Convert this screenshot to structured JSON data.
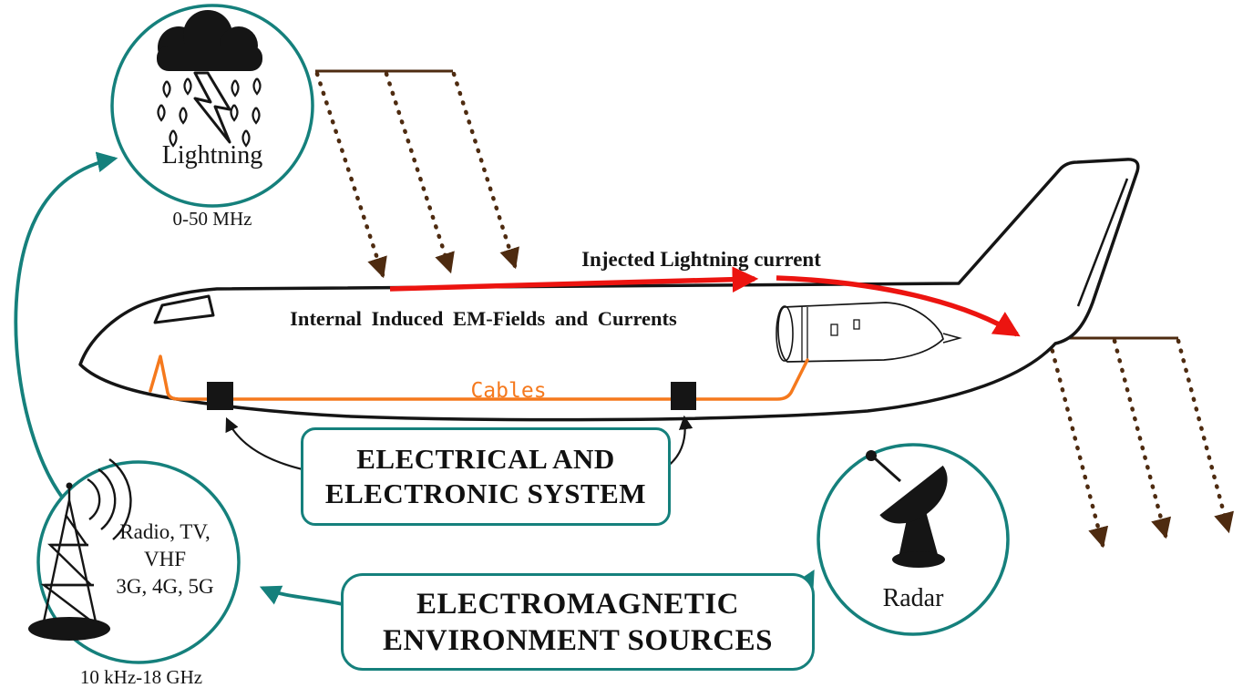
{
  "colors": {
    "teal": "#15807c",
    "brown": "#4e2b10",
    "red": "#ec1410",
    "orange": "#f5791d",
    "ink": "#151515"
  },
  "lightning_source": {
    "label": "Lightning",
    "frequency": "0-50 MHz"
  },
  "radio_source": {
    "line1": "Radio, TV,",
    "line2": "VHF",
    "line3": "3G, 4G, 5G",
    "frequency": "10 kHz-18 GHz"
  },
  "radar_source": {
    "label": "Radar"
  },
  "aircraft": {
    "injected_current_label": "Injected Lightning current",
    "internal_fields_label": "Internal Induced EM-Fields and Currents",
    "cables_label": "Cables"
  },
  "electrical_system_box": {
    "line1": "ELECTRICAL AND",
    "line2": "ELECTRONIC SYSTEM"
  },
  "em_sources_box": {
    "line1": "ELECTROMAGNETIC",
    "line2": "ENVIRONMENT SOURCES"
  }
}
